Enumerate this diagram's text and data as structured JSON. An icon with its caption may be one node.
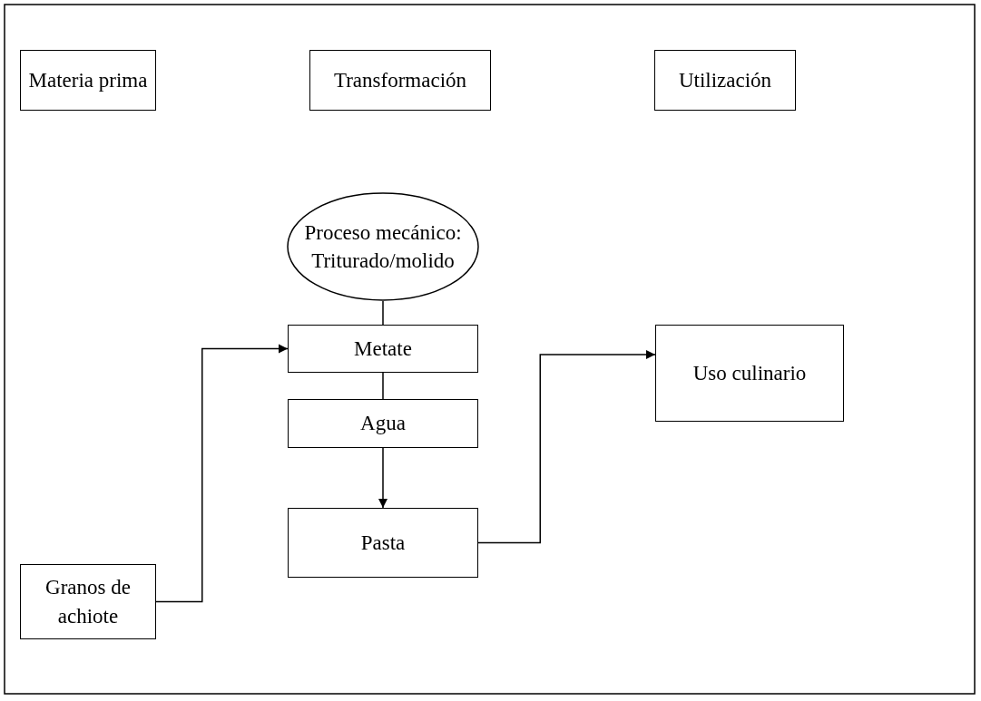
{
  "diagram": {
    "nodes": [
      {
        "text": [
          "Materia prima"
        ]
      },
      {
        "text": [
          "Transformación"
        ]
      },
      {
        "text": [
          "Utilización"
        ]
      },
      {
        "text": [
          "Proceso mecánico: Triturado/molido"
        ]
      },
      {
        "text": [
          "Metate"
        ]
      },
      {
        "text": [
          "Agua"
        ]
      },
      {
        "text": [
          "Pasta"
        ]
      },
      {
        "text": [
          "Granos de achiote"
        ]
      },
      {
        "text": [
          "Uso culinario"
        ]
      }
    ],
    "edges": [
      {
        "from": 3,
        "to": 4,
        "arrow": "none"
      },
      {
        "from": 4,
        "to": 5,
        "arrow": "none"
      },
      {
        "from": 5,
        "to": 6,
        "arrow": "to"
      },
      {
        "from": 7,
        "to": 4,
        "arrow": "to"
      },
      {
        "from": 6,
        "to": 8,
        "arrow": "to"
      }
    ]
  }
}
